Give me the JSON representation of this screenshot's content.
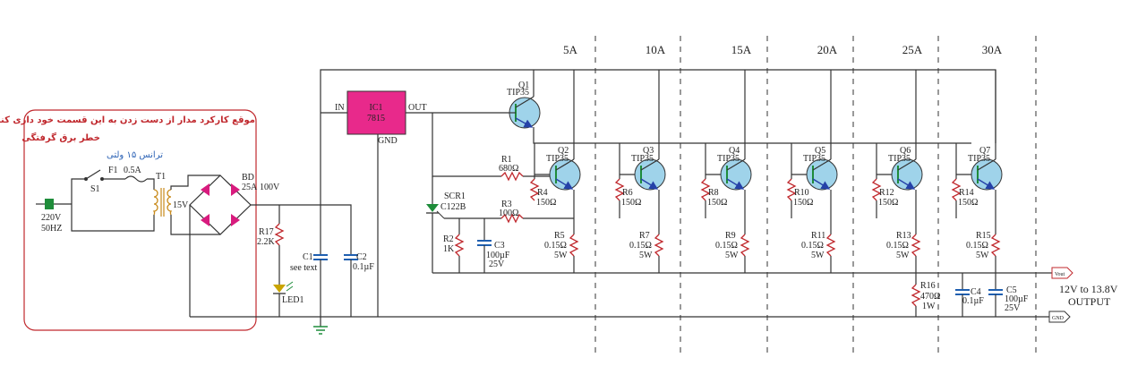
{
  "warning": {
    "line1": "موقع کارکرد مدار از دست زدن به این قسمت خود داری کنید",
    "line2": "خطر برق گرفتگی",
    "transformer_note": "ترانس ۱۵ ولتی"
  },
  "input": {
    "voltage": "220V",
    "frequency": "50HZ",
    "switch": "S1",
    "fuse": "F1",
    "fuse_rating": "0.5A",
    "transformer": "T1",
    "secondary": "15V",
    "bridge": "BD",
    "bridge_rating": "25A",
    "bridge_voltage": "100V"
  },
  "supply": {
    "r17": "R17",
    "r17_value": "2.2K",
    "led": "LED1",
    "c1": "C1",
    "c1_value": "see text",
    "c2": "C2",
    "c2_value": "0.1µF"
  },
  "regulator": {
    "name": "IC1",
    "part": "7815",
    "in": "IN",
    "out": "OUT",
    "gnd": "GND",
    "q1": "Q1",
    "q1_part": "TIP35"
  },
  "protection": {
    "r1": "R1",
    "r1_value": "680Ω",
    "scr": "SCR1",
    "scr_part": "C122B",
    "r2": "R2",
    "r2_value": "1K",
    "r3": "R3",
    "r3_value": "100Ω",
    "c3": "C3",
    "c3_value": "100µF",
    "c3_voltage": "25V"
  },
  "columns": [
    {
      "current": "5A",
      "q": "Q2",
      "r_base": "R4",
      "r_emit": "R5",
      "show_base_on_right": true
    },
    {
      "current": "10A",
      "q": "Q3",
      "r_base": "R6",
      "r_emit": "R7"
    },
    {
      "current": "15A",
      "q": "Q4",
      "r_base": "R8",
      "r_emit": "R9"
    },
    {
      "current": "20A",
      "q": "Q5",
      "r_base": "R10",
      "r_emit": "R11"
    },
    {
      "current": "25A",
      "q": "Q6",
      "r_base": "R12",
      "r_emit": "R13"
    },
    {
      "current": "30A",
      "q": "Q7",
      "r_base": "R14",
      "r_emit": "R15"
    }
  ],
  "transistor_part": "TIP35",
  "base_resistor_value": "150Ω",
  "emitter_resistor_value": "0.15Ω",
  "emitter_resistor_power": "5W",
  "output": {
    "r16": "R16",
    "r16_value": "470Ω",
    "r16_power": "1W",
    "c4": "C4",
    "c4_value": "0.1µF",
    "c5": "C5",
    "c5_value": "100µF",
    "c5_voltage": "25V",
    "vout_tag": "Vout",
    "gnd_tag": "GND",
    "range": "12V to 13.8V",
    "label": "OUTPUT"
  },
  "colors": {
    "ic": "#e8298b",
    "warning_border": "#c0282d",
    "transistor_fill": "#9fd3ea",
    "resistor": "#c0282d",
    "diode": "#d81b7e",
    "capacitor": "#1f5fb0",
    "led": "#c9a400"
  }
}
